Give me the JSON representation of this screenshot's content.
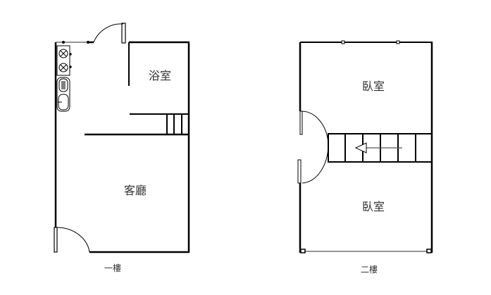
{
  "floor1": {
    "label": "一樓",
    "rooms": {
      "bathroom": "浴室",
      "living_room": "客廳"
    }
  },
  "floor2": {
    "label": "二樓",
    "rooms": {
      "bedroom_top": "臥室",
      "bedroom_bottom": "臥室"
    }
  },
  "colors": {
    "wall": "#000000",
    "thin": "#555555"
  }
}
